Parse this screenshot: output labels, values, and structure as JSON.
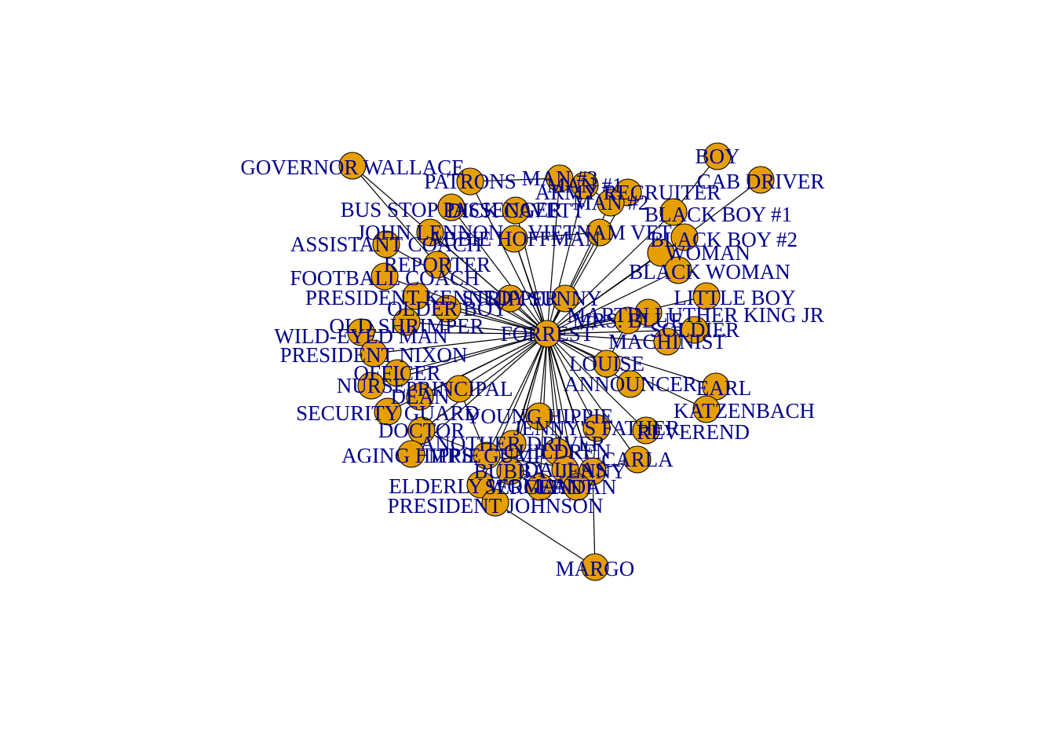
{
  "diagram": {
    "type": "network",
    "colors": {
      "node_fill": "#E69F00",
      "node_stroke": "#000000",
      "label": "#00008B",
      "edge": "#000000",
      "background": "#FFFFFF"
    },
    "hub": "FORREST",
    "nodes": [
      {
        "id": "FORREST"
      },
      {
        "id": "GOVERNOR WALLACE"
      },
      {
        "id": "PATRONS"
      },
      {
        "id": "MAN #3"
      },
      {
        "id": "MAN #1"
      },
      {
        "id": "BOY"
      },
      {
        "id": "CAB DRIVER"
      },
      {
        "id": "BUS STOP PASSENGER"
      },
      {
        "id": "DICK CAVETT"
      },
      {
        "id": "ARMY RECRUITER"
      },
      {
        "id": "MAN #2"
      },
      {
        "id": "BLACK BOY #1"
      },
      {
        "id": "BLACK BOY #2"
      },
      {
        "id": "JOHN LENNON"
      },
      {
        "id": "ASSISTANT COACH"
      },
      {
        "id": "ABBIE HOFFMAN"
      },
      {
        "id": "VIETNAM VET"
      },
      {
        "id": "WOMAN"
      },
      {
        "id": "BLACK WOMAN"
      },
      {
        "id": "REPORTER"
      },
      {
        "id": "FOOTBALL COACH"
      },
      {
        "id": "PRESIDENT KENNEDY"
      },
      {
        "id": "OLDER BOY"
      },
      {
        "id": "LITTLE BOY"
      },
      {
        "id": "MARTIN LUTHER KING JR"
      },
      {
        "id": "STRIPPER"
      },
      {
        "id": "OLD SHRIMPER"
      },
      {
        "id": "WILD-EYED MAN"
      },
      {
        "id": "PRESIDENT NIXON"
      },
      {
        "id": "MRS. BLUE"
      },
      {
        "id": "LOUISE"
      },
      {
        "id": "SUNNY"
      },
      {
        "id": "SOLDIER"
      },
      {
        "id": "MACHINIST"
      },
      {
        "id": "OFFICER"
      },
      {
        "id": "NURSE"
      },
      {
        "id": "ANNOUNCER"
      },
      {
        "id": "EARL"
      },
      {
        "id": "PRINCIPAL"
      },
      {
        "id": "DEAN"
      },
      {
        "id": "KATZENBACH"
      },
      {
        "id": "SECURITY GUARD"
      },
      {
        "id": "DOCTOR"
      },
      {
        "id": "YOUNG HIPPIE"
      },
      {
        "id": "JENNY'S FATHER"
      },
      {
        "id": "REVEREND"
      },
      {
        "id": "AGING HIPPIE"
      },
      {
        "id": "ANOTHER DRIVER"
      },
      {
        "id": "MRS. GUMP"
      },
      {
        "id": "CARLA"
      },
      {
        "id": "CHILDREN"
      },
      {
        "id": "JENNY"
      },
      {
        "id": "ELDERLY WOMAN"
      },
      {
        "id": "SERGEANT"
      },
      {
        "id": "DALLAS"
      },
      {
        "id": "BUBBA"
      },
      {
        "id": "LT. DAN"
      },
      {
        "id": "PRESIDENT JOHNSON"
      },
      {
        "id": "MARGO"
      }
    ],
    "edges": [
      [
        "FORREST",
        "GOVERNOR WALLACE"
      ],
      [
        "FORREST",
        "PATRONS"
      ],
      [
        "FORREST",
        "MAN #3"
      ],
      [
        "FORREST",
        "MAN #1"
      ],
      [
        "FORREST",
        "BUS STOP PASSENGER"
      ],
      [
        "FORREST",
        "DICK CAVETT"
      ],
      [
        "FORREST",
        "ARMY RECRUITER"
      ],
      [
        "FORREST",
        "MAN #2"
      ],
      [
        "FORREST",
        "BLACK BOY #1"
      ],
      [
        "FORREST",
        "BLACK BOY #2"
      ],
      [
        "FORREST",
        "JOHN LENNON"
      ],
      [
        "FORREST",
        "ASSISTANT COACH"
      ],
      [
        "FORREST",
        "ABBIE HOFFMAN"
      ],
      [
        "FORREST",
        "VIETNAM VET"
      ],
      [
        "FORREST",
        "WOMAN"
      ],
      [
        "FORREST",
        "BLACK WOMAN"
      ],
      [
        "FORREST",
        "REPORTER"
      ],
      [
        "FORREST",
        "FOOTBALL COACH"
      ],
      [
        "FORREST",
        "PRESIDENT KENNEDY"
      ],
      [
        "FORREST",
        "OLDER BOY"
      ],
      [
        "FORREST",
        "LITTLE BOY"
      ],
      [
        "FORREST",
        "MARTIN LUTHER KING JR"
      ],
      [
        "FORREST",
        "STRIPPER"
      ],
      [
        "FORREST",
        "OLD SHRIMPER"
      ],
      [
        "FORREST",
        "WILD-EYED MAN"
      ],
      [
        "FORREST",
        "PRESIDENT NIXON"
      ],
      [
        "FORREST",
        "MRS. BLUE"
      ],
      [
        "FORREST",
        "LOUISE"
      ],
      [
        "FORREST",
        "SUNNY"
      ],
      [
        "FORREST",
        "SOLDIER"
      ],
      [
        "FORREST",
        "MACHINIST"
      ],
      [
        "FORREST",
        "OFFICER"
      ],
      [
        "FORREST",
        "NURSE"
      ],
      [
        "FORREST",
        "ANNOUNCER"
      ],
      [
        "FORREST",
        "EARL"
      ],
      [
        "FORREST",
        "PRINCIPAL"
      ],
      [
        "FORREST",
        "DEAN"
      ],
      [
        "FORREST",
        "KATZENBACH"
      ],
      [
        "FORREST",
        "SECURITY GUARD"
      ],
      [
        "FORREST",
        "DOCTOR"
      ],
      [
        "FORREST",
        "YOUNG HIPPIE"
      ],
      [
        "FORREST",
        "JENNY'S FATHER"
      ],
      [
        "FORREST",
        "REVEREND"
      ],
      [
        "FORREST",
        "AGING HIPPIE"
      ],
      [
        "FORREST",
        "ANOTHER DRIVER"
      ],
      [
        "FORREST",
        "MRS. GUMP"
      ],
      [
        "FORREST",
        "CARLA"
      ],
      [
        "FORREST",
        "CHILDREN"
      ],
      [
        "FORREST",
        "JENNY"
      ],
      [
        "FORREST",
        "ELDERLY WOMAN"
      ],
      [
        "FORREST",
        "SERGEANT"
      ],
      [
        "FORREST",
        "DALLAS"
      ],
      [
        "FORREST",
        "BUBBA"
      ],
      [
        "FORREST",
        "LT. DAN"
      ],
      [
        "FORREST",
        "PRESIDENT JOHNSON"
      ],
      [
        "BOY",
        "BLACK BOY #1"
      ],
      [
        "CAB DRIVER",
        "BLACK BOY #2"
      ],
      [
        "GOVERNOR WALLACE",
        "REPORTER"
      ],
      [
        "JENNY",
        "MARGO"
      ],
      [
        "MARGO",
        "PRESIDENT JOHNSON"
      ],
      [
        "JENNY",
        "CARLA"
      ],
      [
        "JENNY",
        "DALLAS"
      ],
      [
        "JENNY",
        "LT. DAN"
      ],
      [
        "JENNY",
        "MRS. GUMP"
      ],
      [
        "JENNY",
        "YOUNG HIPPIE"
      ],
      [
        "JENNY",
        "ABBIE HOFFMAN"
      ],
      [
        "JENNY",
        "JENNY'S FATHER"
      ],
      [
        "BUBBA",
        "SERGEANT"
      ],
      [
        "BUBBA",
        "LT. DAN"
      ],
      [
        "MRS. GUMP",
        "PRINCIPAL"
      ],
      [
        "MRS. GUMP",
        "DOCTOR"
      ],
      [
        "LT. DAN",
        "SERGEANT"
      ],
      [
        "LOUISE",
        "MRS. BLUE"
      ],
      [
        "VIETNAM VET",
        "ABBIE HOFFMAN"
      ],
      [
        "MAN #1",
        "MAN #2"
      ],
      [
        "MAN #3",
        "PATRONS"
      ]
    ]
  }
}
